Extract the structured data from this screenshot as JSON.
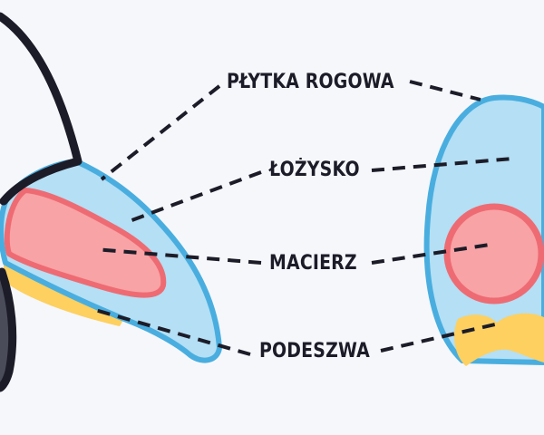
{
  "labels": {
    "plytka": "PŁYTKA ROGOWA",
    "lozysko": "ŁOŻYSKO",
    "macierz": "MACIERZ",
    "podeszwa": "PODESZWA"
  },
  "colors": {
    "background": "#f6f7fb",
    "outline": "#1c1c28",
    "nail_plate": "#b4dff4",
    "nail_plate_edge": "#49aedf",
    "matrix_fill": "#f8a3a6",
    "matrix_edge": "#ee6b73",
    "sole": "#fdd060",
    "leader_line": "#1c1c28"
  }
}
